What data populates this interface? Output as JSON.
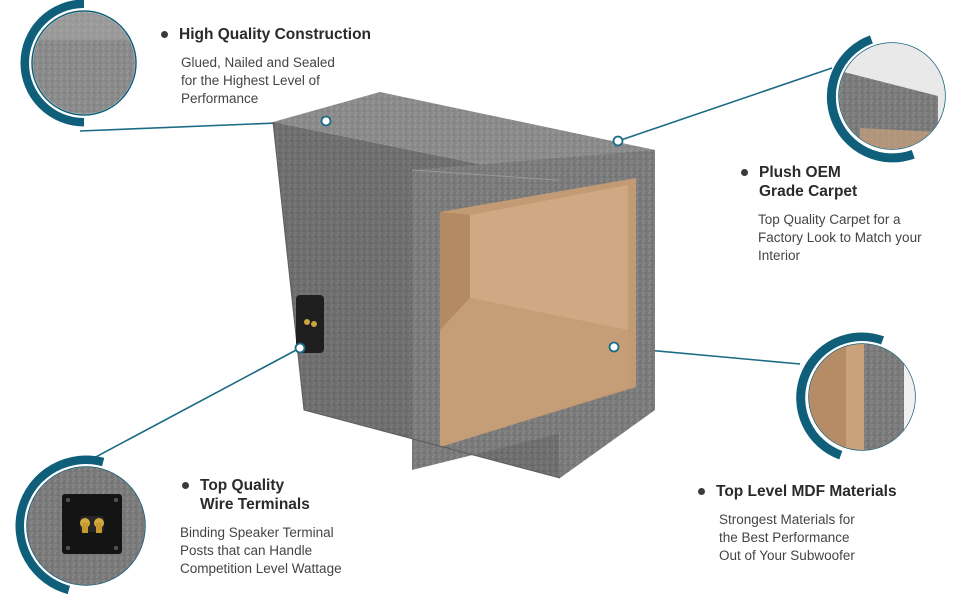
{
  "features": [
    {
      "title_lines": [
        "High Quality Construction"
      ],
      "desc_lines": [
        "Glued, Nailed and Sealed",
        "for the Highest Level of",
        "Performance"
      ]
    },
    {
      "title_lines": [
        "Plush OEM",
        "Grade Carpet"
      ],
      "desc_lines": [
        "Top Quality Carpet for a",
        "Factory Look to Match your",
        "Interior"
      ]
    },
    {
      "title_lines": [
        "Top Quality",
        "Wire Terminals"
      ],
      "desc_lines": [
        "Binding Speaker Terminal",
        "Posts that can Handle",
        "Competition Level Wattage"
      ]
    },
    {
      "title_lines": [
        "Top Level MDF Materials"
      ],
      "desc_lines": [
        "Strongest Materials for",
        "the Best Performance",
        "Out of  Your Subwoofer"
      ]
    }
  ],
  "colors": {
    "accent_ring": "#0f5f7a",
    "callout_line": "#1c6b86",
    "carpet": "#7d7d7d",
    "mdf": "#c9a27c"
  },
  "icons": [
    "carpet-closeup-icon",
    "carpet-edge-closeup-icon",
    "wire-terminal-icon",
    "mdf-edge-closeup-icon"
  ]
}
